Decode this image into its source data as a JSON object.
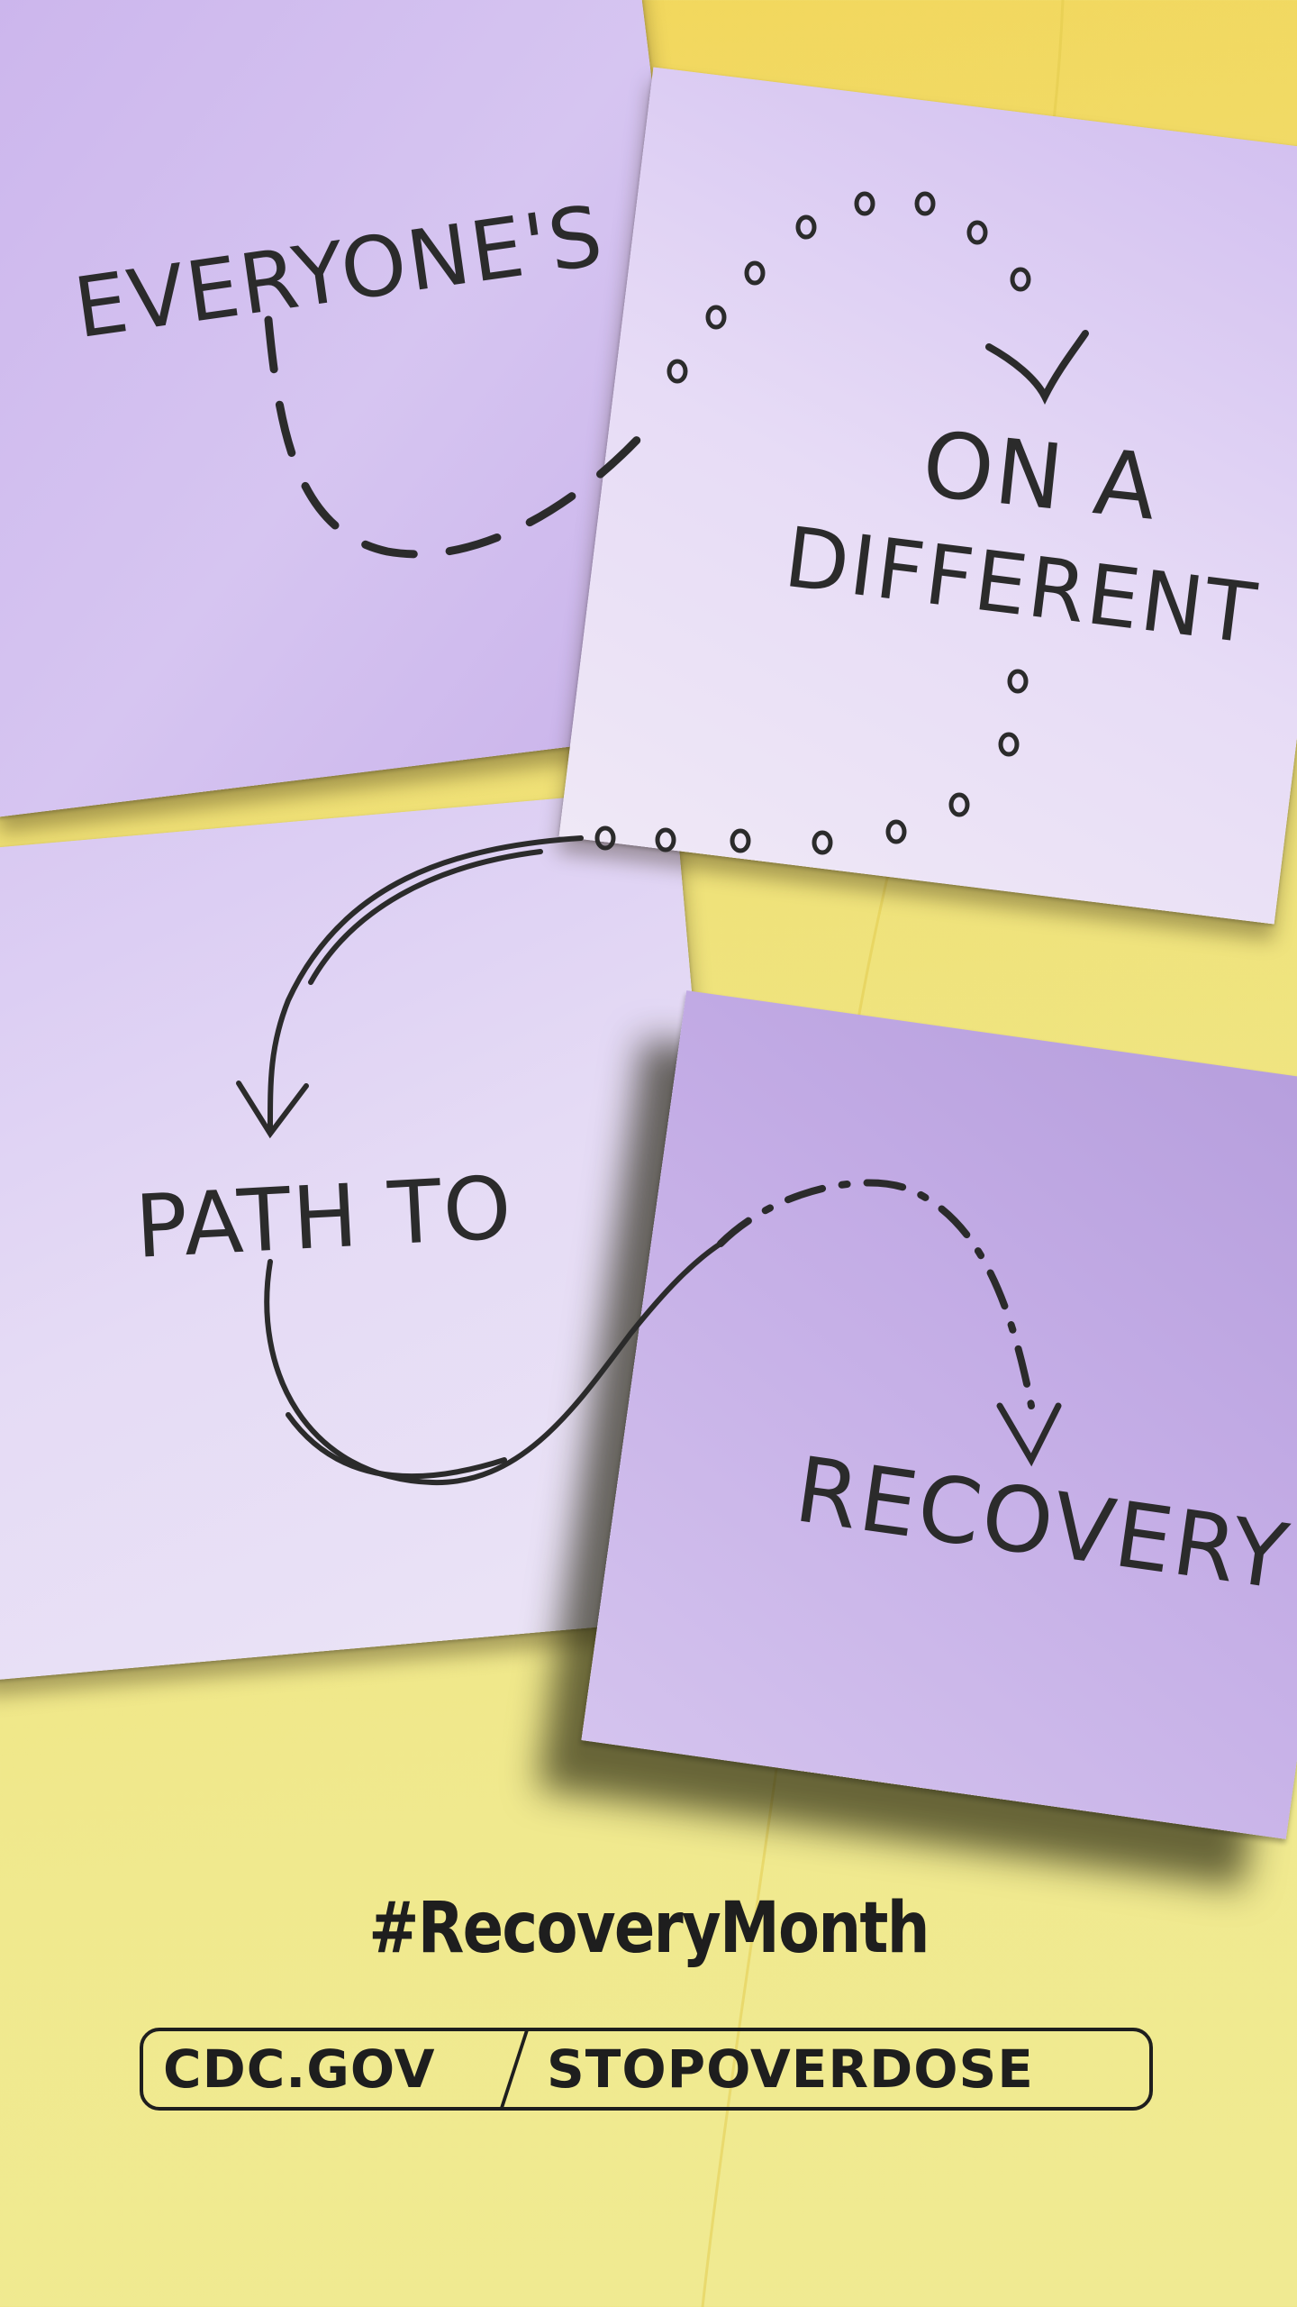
{
  "notes": {
    "note1_text": "EVERYONE'S",
    "note2_line1": "ON A",
    "note2_line2": "DIFFERENT",
    "note3_text": "PATH TO",
    "note4_text": "RECOVERY"
  },
  "footer": {
    "hashtag": "#RecoveryMonth",
    "url_left": "CDC.GOV",
    "url_right": "STOPOVERDOSE"
  },
  "colors": {
    "background": "#f0e98e",
    "note_purple": "#cbb4ec",
    "ink": "#2b2b2b"
  }
}
